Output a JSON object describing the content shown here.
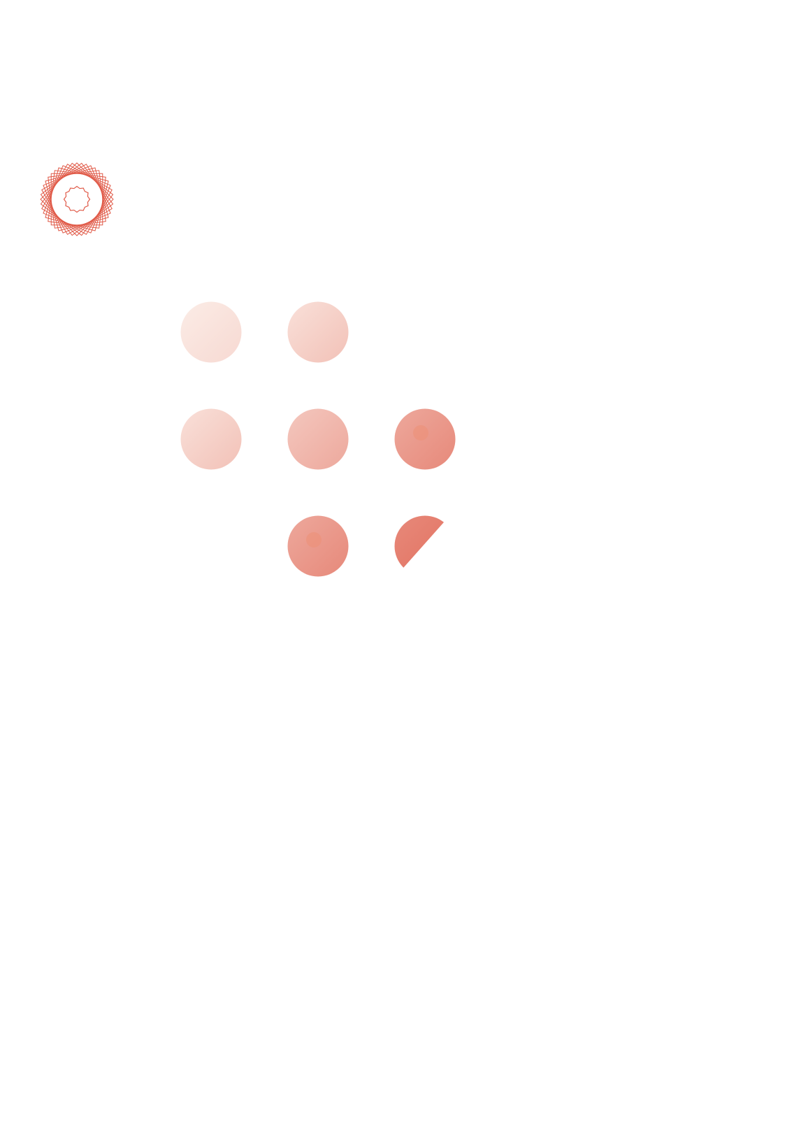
{
  "colors": {
    "accent": "#e05a48",
    "dot_light_start": "#fbece6",
    "dot_dark_end": "#e2705f",
    "highlight": "#ec9178"
  },
  "dots": [
    {
      "row": 0,
      "col": 0,
      "shade": 0.05
    },
    {
      "row": 0,
      "col": 1,
      "shade": 0.25
    },
    {
      "row": 1,
      "col": 0,
      "shade": 0.25
    },
    {
      "row": 1,
      "col": 1,
      "shade": 0.45
    },
    {
      "row": 1,
      "col": 2,
      "shade": 0.7,
      "highlight": true
    },
    {
      "row": 2,
      "col": 1,
      "shade": 0.7,
      "highlight": true
    },
    {
      "row": 2,
      "col": 2,
      "shade": 0.95,
      "clipped": true
    }
  ]
}
